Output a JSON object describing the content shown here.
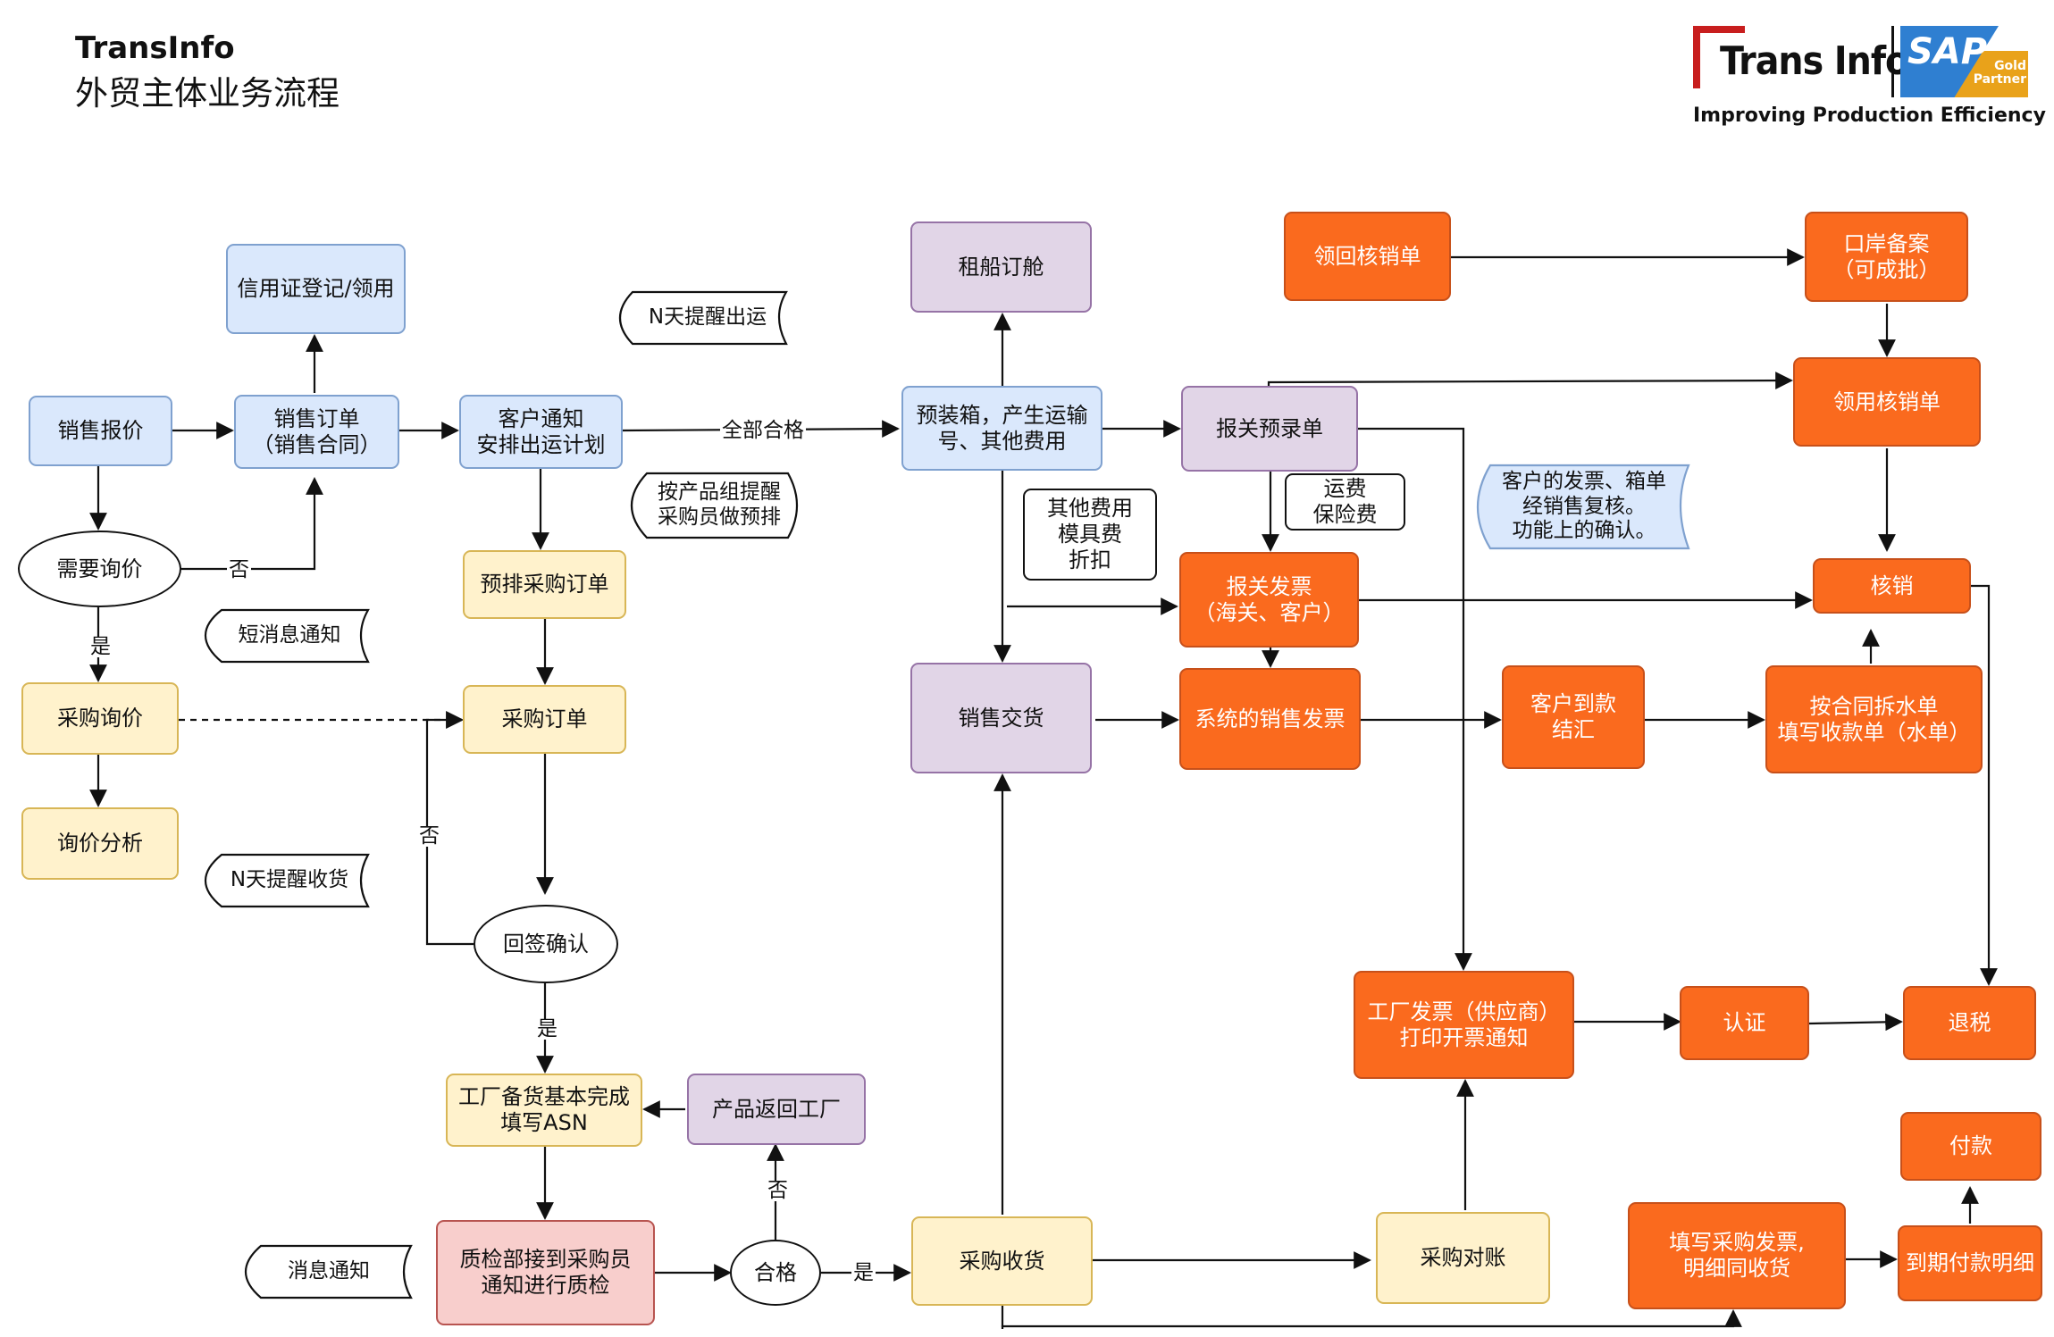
{
  "header": {
    "brand": "TransInfo",
    "title": "外贸主体业务流程"
  },
  "logo": {
    "trans_text": "Trans Info",
    "sap_text": "SAP",
    "gold_text": "Gold\nPartner",
    "slogan": "Improving Production Efficiency",
    "brand_red": "#c81e1e",
    "sap_blue": "#2f7fd1",
    "gold": "#e9a21a"
  },
  "colors": {
    "blue_fill": "#dae8fc",
    "yellow_fill": "#fff2cc",
    "purple_fill": "#e1d5e7",
    "pink_fill": "#f8cecc",
    "orange_fill": "#fa6a1e"
  },
  "nodes": {
    "xiaoshou_baojia": "销售报价",
    "xinyongzheng": "信用证登记/领用",
    "xiaoshou_dingdan": "销售订单\n（销售合同）",
    "kehu_tongzhi": "客户通知\n安排出运计划",
    "xuyao_xunjia": "需要询价",
    "caigou_xunjia": "采购询价",
    "xunjia_fenxi": "询价分析",
    "yupai_caigou": "预排采购订单",
    "caigou_dingdan": "采购订单",
    "huiqian_queren": "回签确认",
    "gongchang_beihuo": "工厂备货基本完成\n填写ASN",
    "chanpin_fanhui": "产品返回工厂",
    "zhijian": "质检部接到采购员\n通知进行质检",
    "hege": "合格",
    "zuchuan": "租船订舱",
    "yuzhuangxiang": "预装箱，产生运输\n号、其他费用",
    "xiaoshou_jiaohuo": "销售交货",
    "caigou_shouhuo": "采购收货",
    "qita_feiyong": "其他费用\n模具费\n折扣",
    "baoguan_yulu": "报关预录单",
    "yunfei": "运费\n保险费",
    "baoguan_fapiao": "报关发票\n（海关、客户）",
    "xitong_fapiao": "系统的销售发票",
    "linghui_hexiao": "领回核销单",
    "kouan_beian": "口岸备案\n（可成批）",
    "lingyong_hexiao": "领用核销单",
    "hexiao": "核销",
    "kehu_daokuan": "客户到款\n结汇",
    "chai_shuidan": "按合同拆水单\n填写收款单（水单）",
    "gongchang_fapiao": "工厂发票（供应商）\n打印开票通知",
    "renzheng": "认证",
    "tuishui": "退税",
    "caigou_duizhang": "采购对账",
    "fukuan": "付款",
    "tianxie_caigou": "填写采购发票,\n明细同收货",
    "daoqi_fukuan": "到期付款明细"
  },
  "callouts": {
    "n_chuyun": "N天提醒出运",
    "anchanpin": "按产品组提醒\n采购员做预排",
    "duanxiaoxi": "短消息通知",
    "n_shouhuo": "N天提醒收货",
    "xiaoxi": "消息通知",
    "kehu_fapiao": "客户的发票、箱单\n经销售复核。\n功能上的确认。"
  },
  "edge_labels": {
    "quanbu_hege": "全部合格",
    "fou1": "否",
    "shi1": "是",
    "fou2": "否",
    "shi2": "是",
    "fou3": "否",
    "shi3": "是"
  }
}
